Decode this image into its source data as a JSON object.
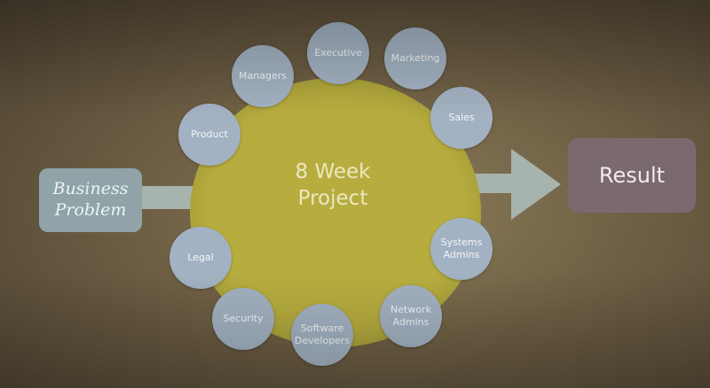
{
  "input": {
    "label": "Business\nProblem"
  },
  "core": {
    "label": "8 Week\nProject"
  },
  "output": {
    "label": "Result"
  },
  "stakeholders": [
    {
      "label": "Executive"
    },
    {
      "label": "Marketing"
    },
    {
      "label": "Managers"
    },
    {
      "label": "Product"
    },
    {
      "label": "Sales"
    },
    {
      "label": "Systems\nAdmins"
    },
    {
      "label": "Legal"
    },
    {
      "label": "Network\nAdmins"
    },
    {
      "label": "Security"
    },
    {
      "label": "Software\nDevelopers"
    }
  ],
  "colors": {
    "core": "#b7ad3f",
    "bubble": "#a3b2c2",
    "problem_box": "#8fa3a8",
    "result_box": "#7a6a70",
    "arrow": "#a7b3ad"
  }
}
